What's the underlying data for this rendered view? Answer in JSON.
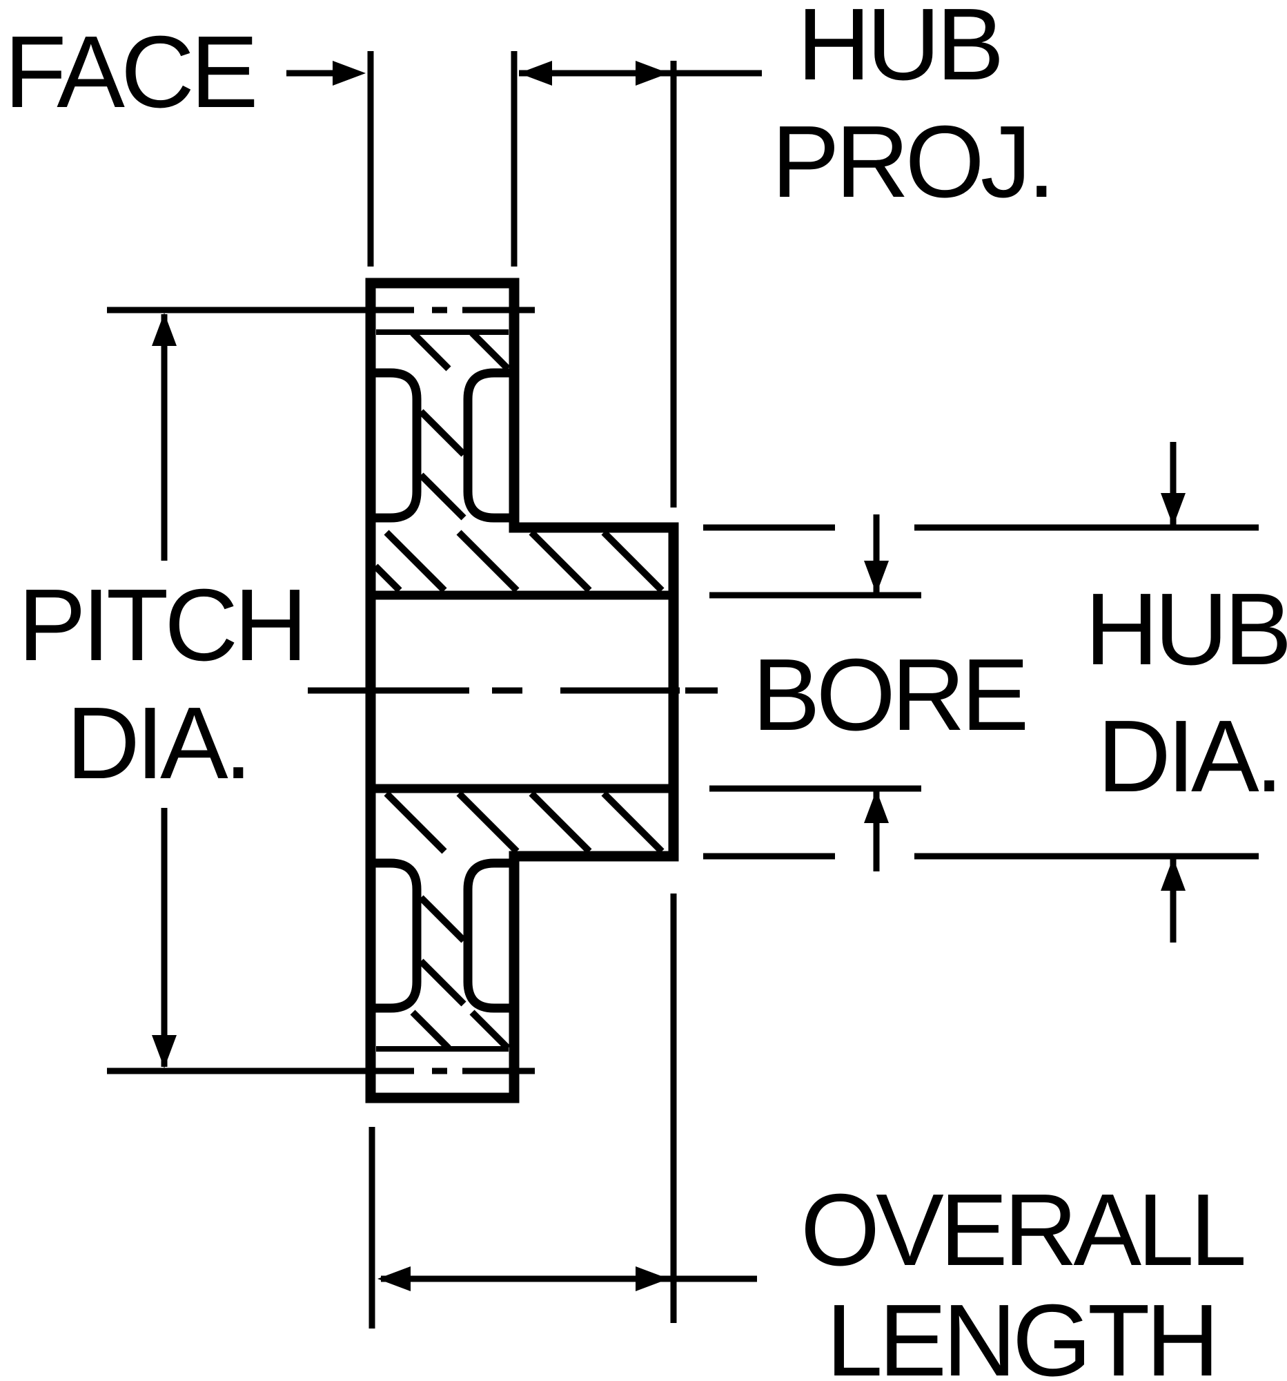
{
  "diagram": {
    "title": "Gear cross-section dimension drawing",
    "type": "engineering-drawing",
    "colors": {
      "background": "#ffffff",
      "ink": "#000000"
    },
    "annotations": {
      "face": {
        "label": "FACE"
      },
      "hub_projection": {
        "line1": "HUB",
        "line2": "PROJ."
      },
      "pitch_diameter": {
        "line1": "PITCH",
        "line2": "DIA."
      },
      "bore": {
        "label": "BORE"
      },
      "hub_diameter": {
        "line1": "HUB",
        "line2": "DIA."
      },
      "overall_length": {
        "line1": "OVERALL",
        "line2": "LENGTH"
      }
    }
  }
}
